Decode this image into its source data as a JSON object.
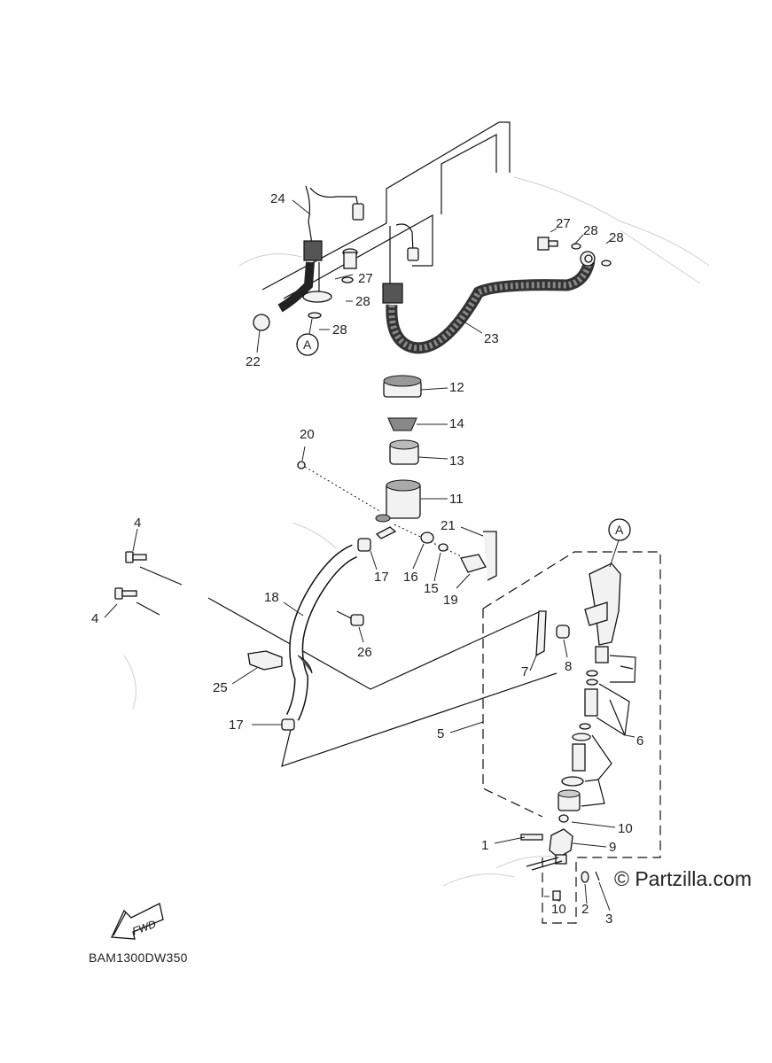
{
  "callouts": [
    {
      "id": "c24",
      "text": "24"
    },
    {
      "id": "c27a",
      "text": "27"
    },
    {
      "id": "c28a",
      "text": "28"
    },
    {
      "id": "c28b",
      "text": "28"
    },
    {
      "id": "c27b",
      "text": "27"
    },
    {
      "id": "c28c",
      "text": "28"
    },
    {
      "id": "c28d",
      "text": "28"
    },
    {
      "id": "c22",
      "text": "22"
    },
    {
      "id": "c23",
      "text": "23"
    },
    {
      "id": "c12",
      "text": "12"
    },
    {
      "id": "c14",
      "text": "14"
    },
    {
      "id": "c13",
      "text": "13"
    },
    {
      "id": "c20",
      "text": "20"
    },
    {
      "id": "c11",
      "text": "11"
    },
    {
      "id": "c4a",
      "text": "4"
    },
    {
      "id": "c4b",
      "text": "4"
    },
    {
      "id": "c21",
      "text": "21"
    },
    {
      "id": "c17a",
      "text": "17"
    },
    {
      "id": "c16",
      "text": "16"
    },
    {
      "id": "c15",
      "text": "15"
    },
    {
      "id": "c19",
      "text": "19"
    },
    {
      "id": "c18",
      "text": "18"
    },
    {
      "id": "c26",
      "text": "26"
    },
    {
      "id": "c25",
      "text": "25"
    },
    {
      "id": "c7",
      "text": "7"
    },
    {
      "id": "c8",
      "text": "8"
    },
    {
      "id": "c17b",
      "text": "17"
    },
    {
      "id": "c5",
      "text": "5"
    },
    {
      "id": "c6",
      "text": "6"
    },
    {
      "id": "c10a",
      "text": "10"
    },
    {
      "id": "c1",
      "text": "1"
    },
    {
      "id": "c9",
      "text": "9"
    },
    {
      "id": "c10b",
      "text": "10"
    },
    {
      "id": "c2",
      "text": "2"
    },
    {
      "id": "c3",
      "text": "3"
    }
  ],
  "ref_marks": {
    "top": "A",
    "right": "A"
  },
  "fwd_label": "FWD",
  "diagram_code": "BAM1300DW350",
  "watermark": "© Partzilla.com"
}
